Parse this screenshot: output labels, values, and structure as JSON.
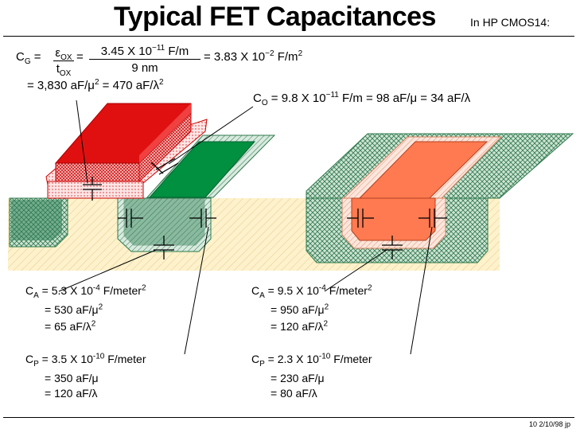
{
  "title": "Typical FET Capacitances",
  "subtitle": "In HP CMOS14:",
  "gate_formula": {
    "lhs": "C",
    "lhs_sub": "G",
    "equals1": "=",
    "eps": "ε",
    "eps_sub": "OX",
    "t": "t",
    "t_sub": "OX",
    "equals2": "=",
    "num": "3.45 X 10",
    "num_exp": "−11",
    "num_unit": " F/m",
    "den": "9 nm",
    "result": "= 3.83 X 10",
    "result_exp": "−2",
    "result_unit": " F/m",
    "result_unit_exp": "2",
    "line2": "= 3,830 aF/μ",
    "line2_exp": "2",
    "line2b": " = 470 aF/λ",
    "line2b_exp": "2"
  },
  "overlap": {
    "label": "C",
    "label_sub": "O",
    "text": " = 9.8 X 10",
    "exp": "−11",
    "rest": " F/m = 98 aF/μ = 34 aF/λ"
  },
  "left": {
    "ca_label": "C",
    "ca_sub": "A",
    "ca_eq": " =   5.3 X 10",
    "ca_exp": "-4",
    "ca_unit": " F/meter",
    "ca_unit_exp": "2",
    "ca_l2": "= 530 aF/μ",
    "ca_l2_exp": "2",
    "ca_l3": "= 65 aF/λ",
    "ca_l3_exp": "2",
    "cp_label": "C",
    "cp_sub": "P",
    "cp_eq": " =   3.5 X 10",
    "cp_exp": "-10",
    "cp_unit": " F/meter",
    "cp_l2": "= 350 aF/μ",
    "cp_l3": "= 120 aF/λ"
  },
  "right": {
    "ca_label": "C",
    "ca_sub": "A",
    "ca_eq": " =   9.5 X 10",
    "ca_exp": "-4",
    "ca_unit": " F/meter",
    "ca_unit_exp": "2",
    "ca_l2": "= 950 aF/μ",
    "ca_l2_exp": "2",
    "ca_l3": "= 120 aF/λ",
    "ca_l3_exp": "2",
    "cp_label": "C",
    "cp_sub": "P",
    "cp_eq": " =   2.3 X 10",
    "cp_exp": "-10",
    "cp_unit": " F/meter",
    "cp_l2": "= 230 aF/μ",
    "cp_l3": "= 80 aF/λ"
  },
  "footer": "10  2/10/98  jp",
  "colors": {
    "gate_red": "#e01010",
    "diff_green": "#009040",
    "well_orange": "#ff7a50",
    "substrate": "#fbefc4",
    "field_green": "#2e7a4c"
  }
}
